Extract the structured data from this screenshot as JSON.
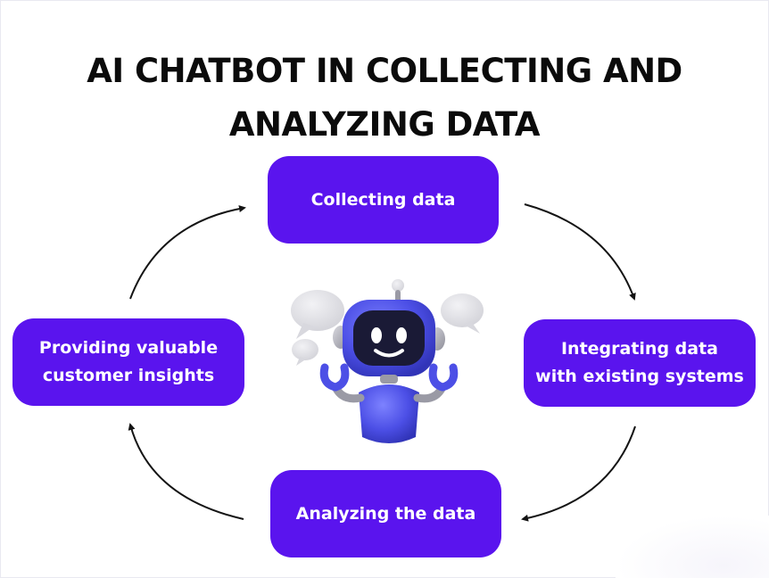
{
  "title": {
    "line1": "AI CHATBOT IN COLLECTING AND",
    "line2": "ANALYZING DATA"
  },
  "cycle": {
    "top": {
      "label": "Collecting data"
    },
    "right": {
      "line1": "Integrating data",
      "line2": "with existing systems"
    },
    "bottom": {
      "label": "Analyzing the data"
    },
    "left": {
      "line1": "Providing valuable",
      "line2": "customer insights"
    }
  },
  "illustration": {
    "icon": "chatbot-robot-icon"
  },
  "colors": {
    "box": "#5a14ee",
    "box_text": "#ffffff",
    "title": "#0b0b0b",
    "arrow": "#141414",
    "robot_body": "#4c4fe6",
    "robot_face": "#1a1a36",
    "speech_bubble": "#e5e5e9"
  }
}
